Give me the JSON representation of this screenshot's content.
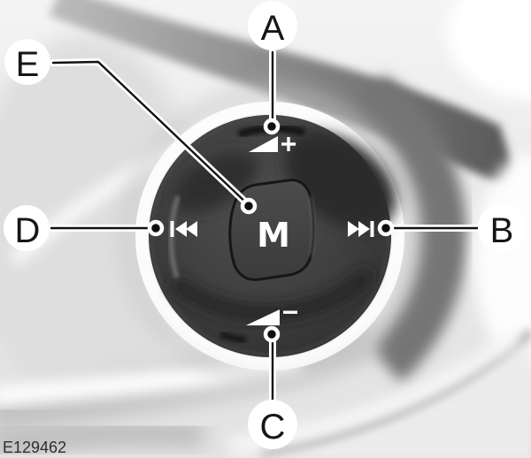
{
  "figure_code": "E129462",
  "callouts": {
    "a": {
      "label": "A",
      "target": "volume-up-button"
    },
    "b": {
      "label": "B",
      "target": "seek-forward-button"
    },
    "c": {
      "label": "C",
      "target": "volume-down-button"
    },
    "d": {
      "label": "D",
      "target": "seek-back-button"
    },
    "e": {
      "label": "E",
      "target": "mode-button"
    }
  },
  "pod": {
    "mode_button_label": "M",
    "icons": {
      "volume_up": "volume-up-icon",
      "volume_down": "volume-down-icon",
      "seek_back": "seek-previous-icon",
      "seek_forward": "seek-next-icon"
    }
  },
  "colors": {
    "background": "#ececec",
    "pod_dark": "#3a3a3a",
    "bezel_ring": "#f5f5f5",
    "icon_white": "#ffffff",
    "label_text": "#161616",
    "leader_line": "#121212"
  }
}
